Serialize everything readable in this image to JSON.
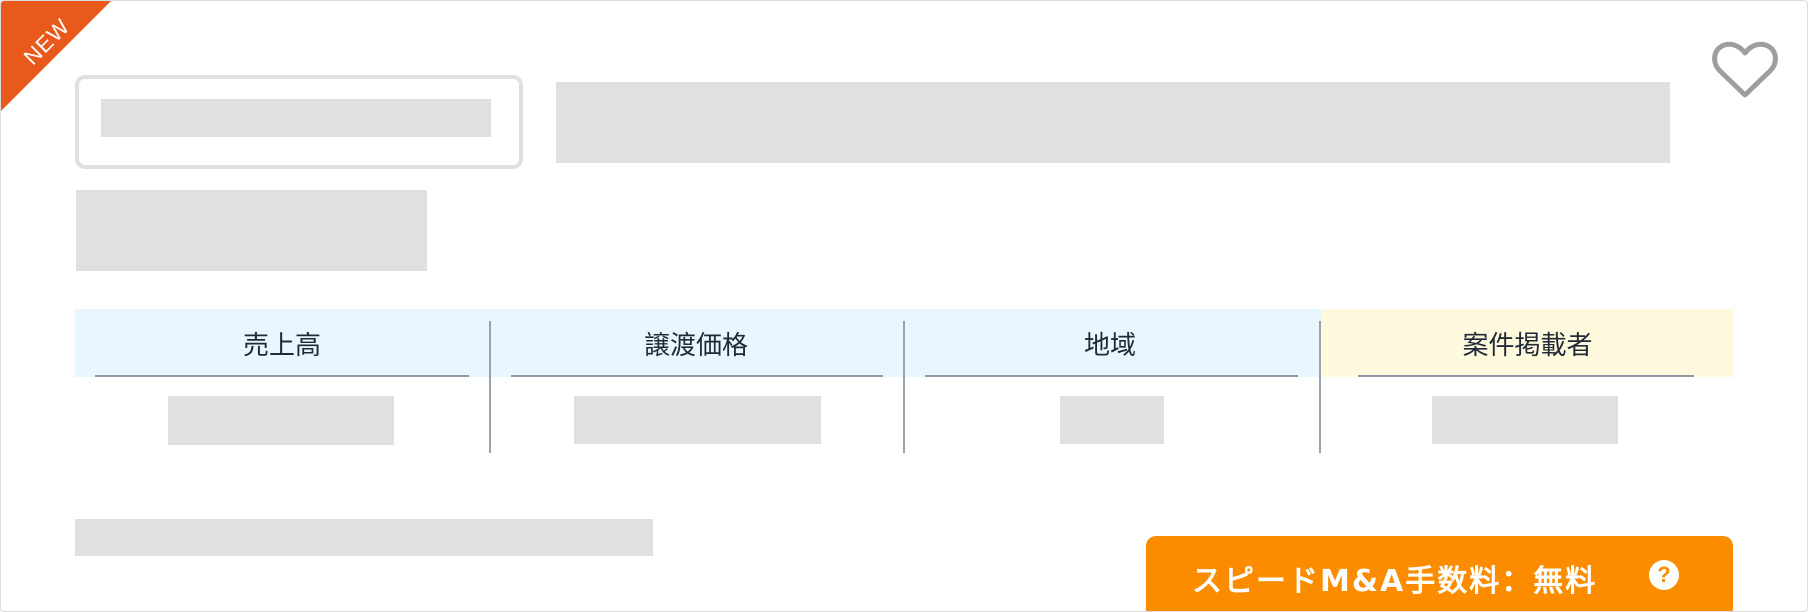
{
  "badge": {
    "label": "NEW",
    "color": "#e9591c"
  },
  "favorite": {
    "icon": "heart-outline-icon"
  },
  "info_table": {
    "headers": [
      {
        "label": "売上高",
        "accent": "#e8f6fd"
      },
      {
        "label": "譲渡価格",
        "accent": "#e8f6fd"
      },
      {
        "label": "地域",
        "accent": "#e8f6fd"
      },
      {
        "label": "案件掲載者",
        "accent": "#fff9dd"
      }
    ]
  },
  "fee_button": {
    "label": "スピードM&A手数料：無料",
    "icon": "question-circle-icon",
    "icon_glyph": "?",
    "color": "#fb8c00"
  }
}
